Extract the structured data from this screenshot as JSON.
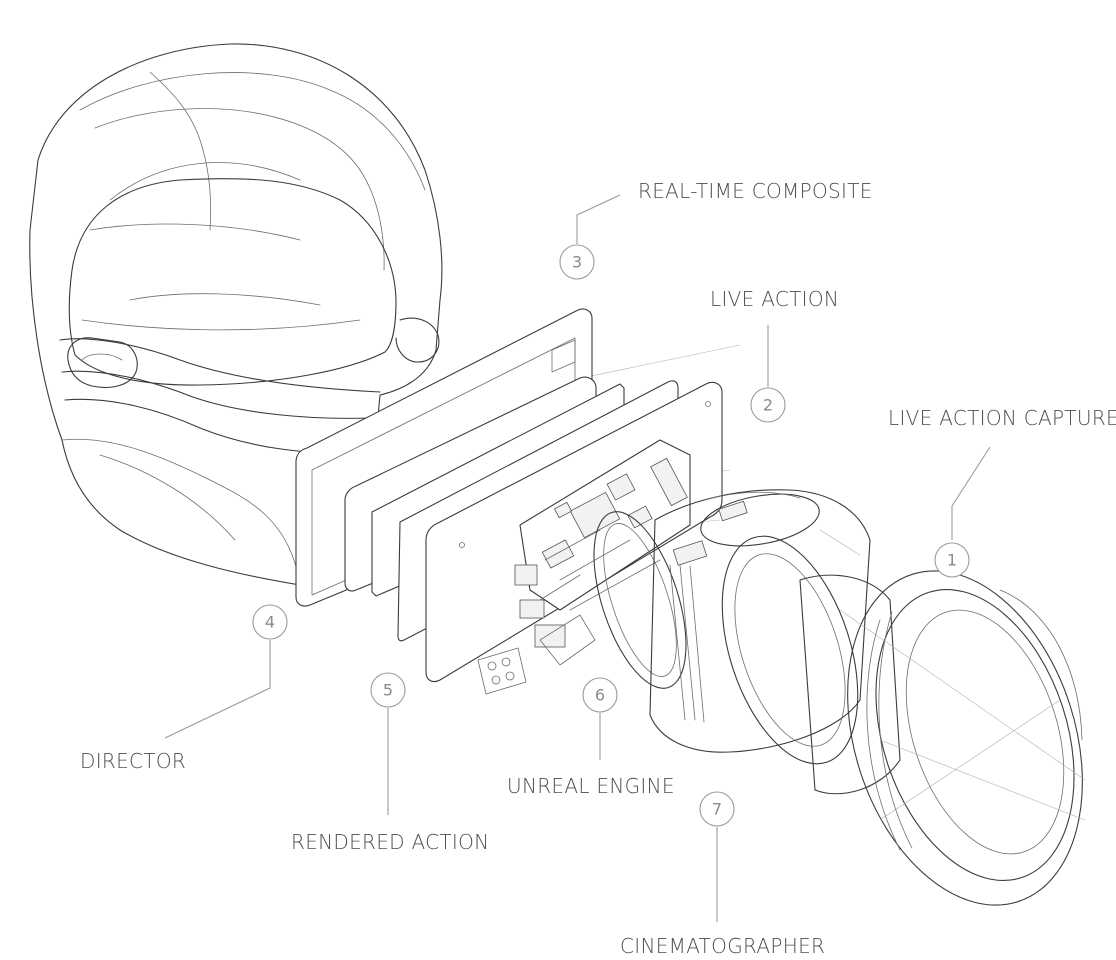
{
  "diagram": {
    "callouts": [
      {
        "number": "1",
        "label": "LIVE ACTION CAPTURE"
      },
      {
        "number": "2",
        "label": "LIVE ACTION"
      },
      {
        "number": "3",
        "label": "REAL-TIME COMPOSITE"
      },
      {
        "number": "4",
        "label": "DIRECTOR"
      },
      {
        "number": "5",
        "label": "RENDERED ACTION"
      },
      {
        "number": "6",
        "label": "UNREAL ENGINE"
      },
      {
        "number": "7",
        "label": "CINEMATOGRAPHER"
      }
    ]
  }
}
